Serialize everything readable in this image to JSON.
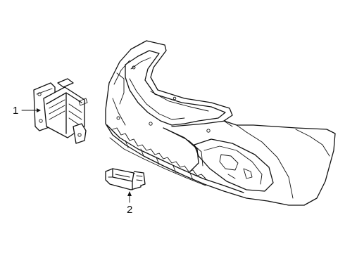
{
  "callouts": [
    {
      "number": "1",
      "part": "radar-sensor-module"
    },
    {
      "number": "2",
      "part": "bumper-sensor"
    }
  ],
  "colors": {
    "line": "#111111",
    "background": "#ffffff"
  }
}
